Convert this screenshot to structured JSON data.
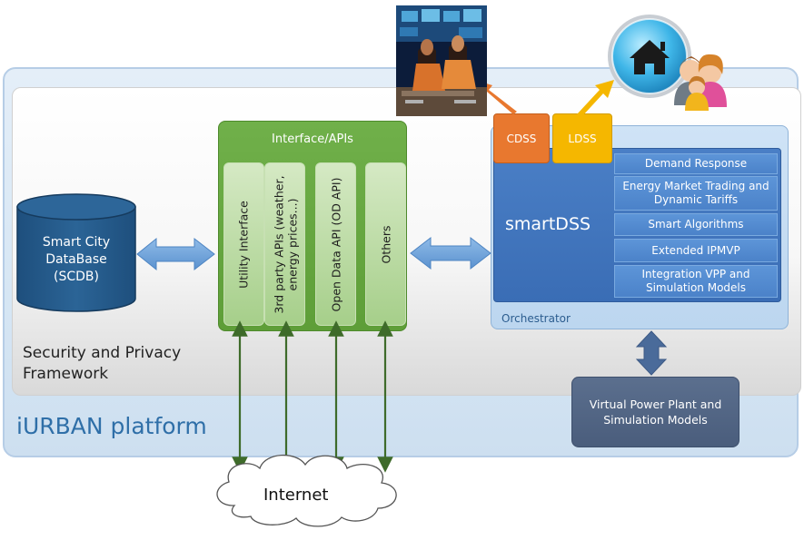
{
  "platform": {
    "title": "iURBAN platform",
    "security_label": "Security and Privacy Framework"
  },
  "database": {
    "label_lines": [
      "Smart City",
      "DataBase",
      "(SCDB)"
    ]
  },
  "interface": {
    "title": "Interface/APIs",
    "columns": [
      "Utility Interface",
      "3rd party APIs (weather, energy prices...)",
      "Open Data API (OD API)",
      "Others"
    ]
  },
  "smartdss": {
    "label": "smartDSS",
    "orchestrator_label": "Orchestrator",
    "cdss": "CDSS",
    "ldss": "LDSS",
    "modules": [
      "Demand Response",
      "Energy Market Trading and Dynamic Tariffs",
      "Smart Algorithms",
      "Extended IPMVP",
      "Integration VPP and Simulation Models"
    ]
  },
  "vpp": {
    "label": "Virtual Power Plant and Simulation Models"
  },
  "internet": {
    "label": "Internet"
  },
  "colors": {
    "platform_title": "#2f6fa8",
    "api_green": "#5e9e38",
    "smartdss_blue": "#3a6db5",
    "cdss_orange": "#e8782f",
    "ldss_yellow": "#f5b700",
    "vpp_slate": "#4a5d7c",
    "arrow_blue": "#6fa4dc",
    "internet_arrow_green": "#3e6b2a"
  },
  "icons": {
    "control_room": "control-room-operators-icon",
    "home_users": "home-family-icon"
  }
}
